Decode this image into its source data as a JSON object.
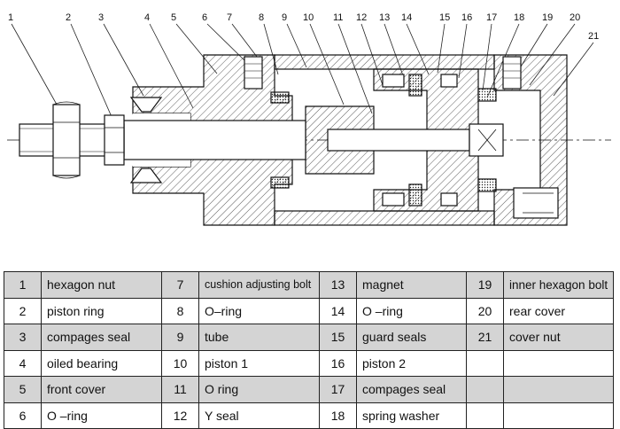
{
  "callouts": [
    "1",
    "2",
    "3",
    "4",
    "5",
    "6",
    "7",
    "8",
    "9",
    "10",
    "11",
    "12",
    "13",
    "14",
    "15",
    "16",
    "17",
    "18",
    "19",
    "20",
    "21"
  ],
  "parts": [
    {
      "num": "1",
      "name": "hexagon nut"
    },
    {
      "num": "2",
      "name": "piston ring"
    },
    {
      "num": "3",
      "name": "compages seal"
    },
    {
      "num": "4",
      "name": "oiled bearing"
    },
    {
      "num": "5",
      "name": "front cover"
    },
    {
      "num": "6",
      "name": "O –ring"
    },
    {
      "num": "7",
      "name": "cushion adjusting bolt"
    },
    {
      "num": "8",
      "name": "O–ring"
    },
    {
      "num": "9",
      "name": "tube"
    },
    {
      "num": "10",
      "name": "piston 1"
    },
    {
      "num": "11",
      "name": "O ring"
    },
    {
      "num": "12",
      "name": "Y  seal"
    },
    {
      "num": "13",
      "name": "magnet"
    },
    {
      "num": "14",
      "name": "O –ring"
    },
    {
      "num": "15",
      "name": "guard seals"
    },
    {
      "num": "16",
      "name": "piston 2"
    },
    {
      "num": "17",
      "name": "compages seal"
    },
    {
      "num": "18",
      "name": "spring washer"
    },
    {
      "num": "19",
      "name": "inner hexagon bolt"
    },
    {
      "num": "20",
      "name": "rear cover"
    },
    {
      "num": "21",
      "name": "cover nut"
    }
  ]
}
